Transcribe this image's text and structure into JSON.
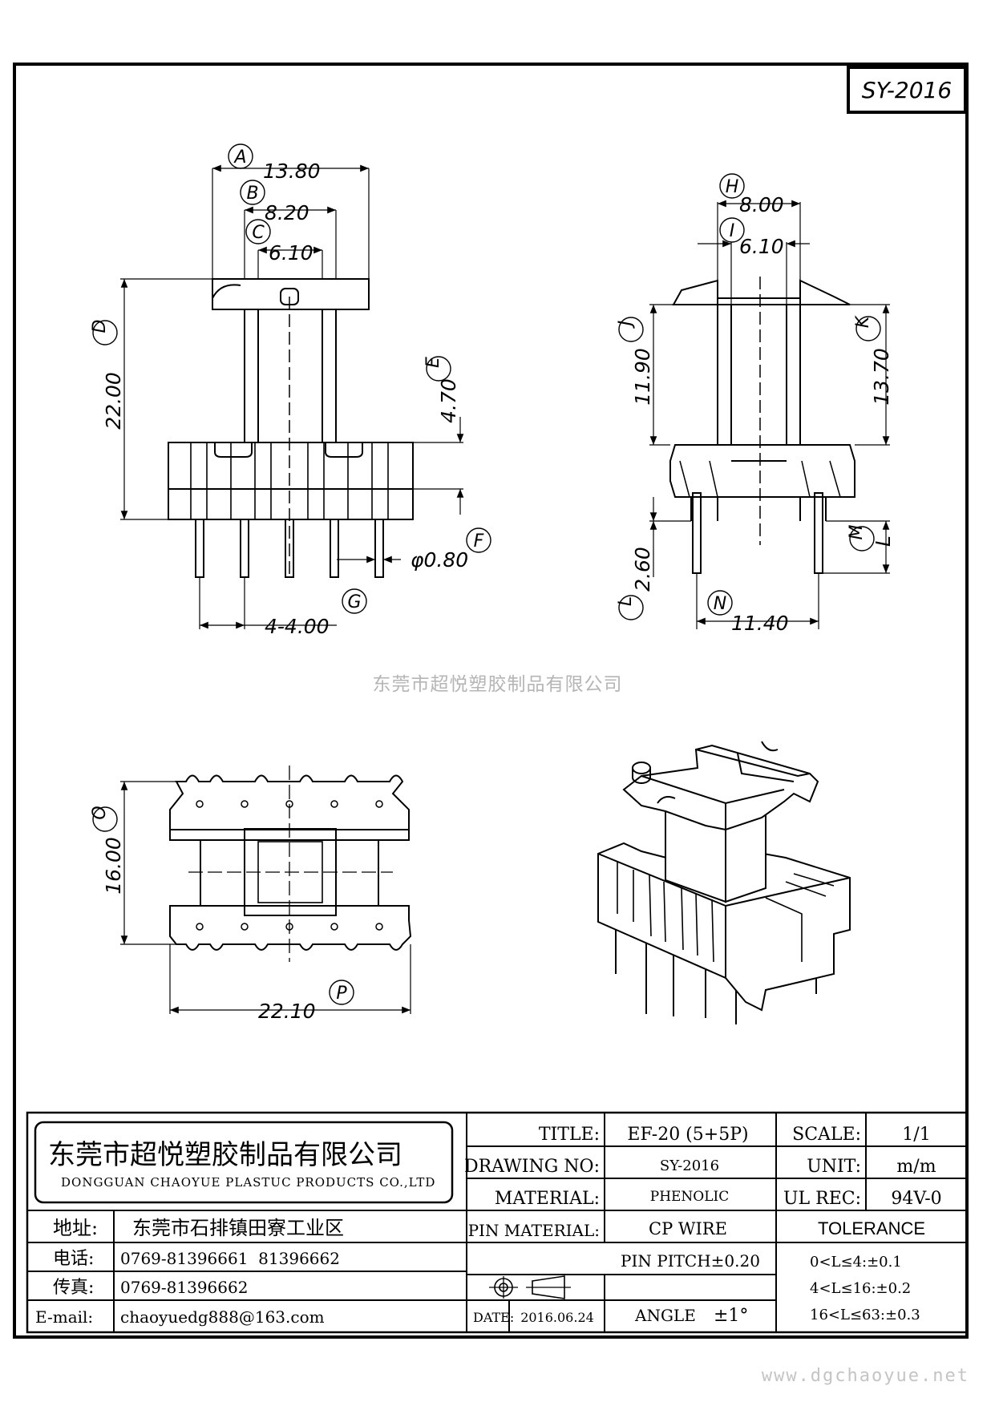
{
  "drawing_id": "SY-2016",
  "watermark": "东莞市超悦塑胶制品有限公司",
  "website": "www.dgchaoyue.net",
  "views": {
    "front": {
      "dims": [
        {
          "label": "A",
          "value": "13.80"
        },
        {
          "label": "B",
          "value": "8.20"
        },
        {
          "label": "C",
          "value": "6.10"
        },
        {
          "label": "D",
          "value": "22.00"
        },
        {
          "label": "E",
          "value": "4.70"
        },
        {
          "label": "F",
          "value": "φ0.80"
        },
        {
          "label": "G",
          "value": "4-4.00"
        }
      ]
    },
    "side": {
      "dims": [
        {
          "label": "H",
          "value": "8.00"
        },
        {
          "label": "I",
          "value": "6.10"
        },
        {
          "label": "J",
          "value": "11.90"
        },
        {
          "label": "K",
          "value": "13.70"
        },
        {
          "label": "L",
          "value": "2.60"
        },
        {
          "label": "M",
          "value": "L"
        },
        {
          "label": "N",
          "value": "11.40"
        }
      ]
    },
    "top": {
      "dims": [
        {
          "label": "O",
          "value": "16.00"
        },
        {
          "label": "P",
          "value": "22.10"
        }
      ]
    }
  },
  "title_block": {
    "company_cn": "东莞市超悦塑胶制品有限公司",
    "company_en": "DONGGUAN CHAOYUE PLASTUC PRODUCTS CO.,LTD",
    "address_label": "地址:",
    "address": "东莞市石排镇田寮工业区",
    "phone_label": "电话:",
    "phone": "0769-81396661  81396662",
    "fax_label": "传真:",
    "fax": "0769-81396662",
    "email_label": "E-mail:",
    "email": "chaoyuedg888@163.com",
    "title_label": "TITLE:",
    "title": "EF-20 (5+5P)",
    "drawing_no_label": "DRAWING NO:",
    "drawing_no": "SY-2016",
    "material_label": "MATERIAL:",
    "material": "PHENOLIC",
    "pin_material_label": "PIN MATERIAL:",
    "pin_material": "CP WIRE",
    "pin_pitch": "PIN PITCH±0.20",
    "angle_label": "ANGLE",
    "angle": "±1°",
    "date_label": "DATE:",
    "date": "2016.06.24",
    "scale_label": "SCALE:",
    "scale": "1/1",
    "unit_label": "UNIT:",
    "unit": "m/m",
    "ul_rec_label": "UL REC:",
    "ul_rec": "94V-0",
    "tolerance_label": "TOLERANCE",
    "tolerance": [
      "0<L≤4:±0.1",
      "4<L≤16:±0.2",
      "16<L≤63:±0.3"
    ]
  }
}
